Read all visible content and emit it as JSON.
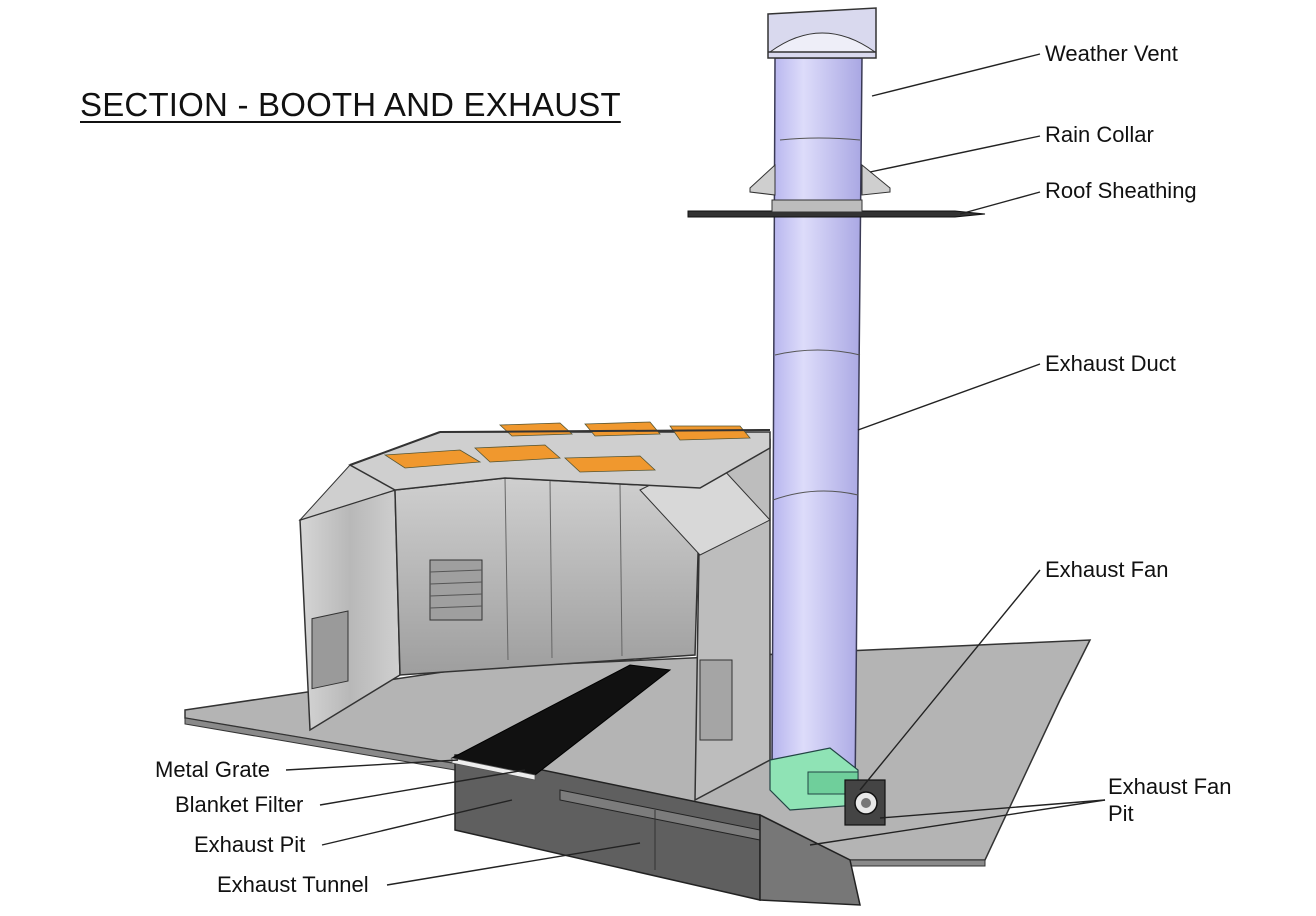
{
  "title": "SECTION - BOOTH AND EXHAUST",
  "labels": {
    "weather_vent": "Weather Vent",
    "rain_collar": "Rain Collar",
    "roof_sheathing": "Roof Sheathing",
    "exhaust_duct": "Exhaust Duct",
    "exhaust_fan": "Exhaust Fan",
    "exhaust_fan_pit_1": "Exhaust Fan",
    "exhaust_fan_pit_2": "Pit",
    "metal_grate": "Metal Grate",
    "blanket_filter": "Blanket Filter",
    "exhaust_pit": "Exhaust Pit",
    "exhaust_tunnel": "Exhaust Tunnel"
  },
  "colors": {
    "duct": "#c9c8f3",
    "duct_edge": "#3a3a55",
    "floor": "#a8a8a8",
    "wall": "#c4c4c4",
    "pit": "#6b6b6b",
    "filter_orange": "#f0982e",
    "fan_green": "#8fe3b5",
    "grate": "#111111"
  }
}
